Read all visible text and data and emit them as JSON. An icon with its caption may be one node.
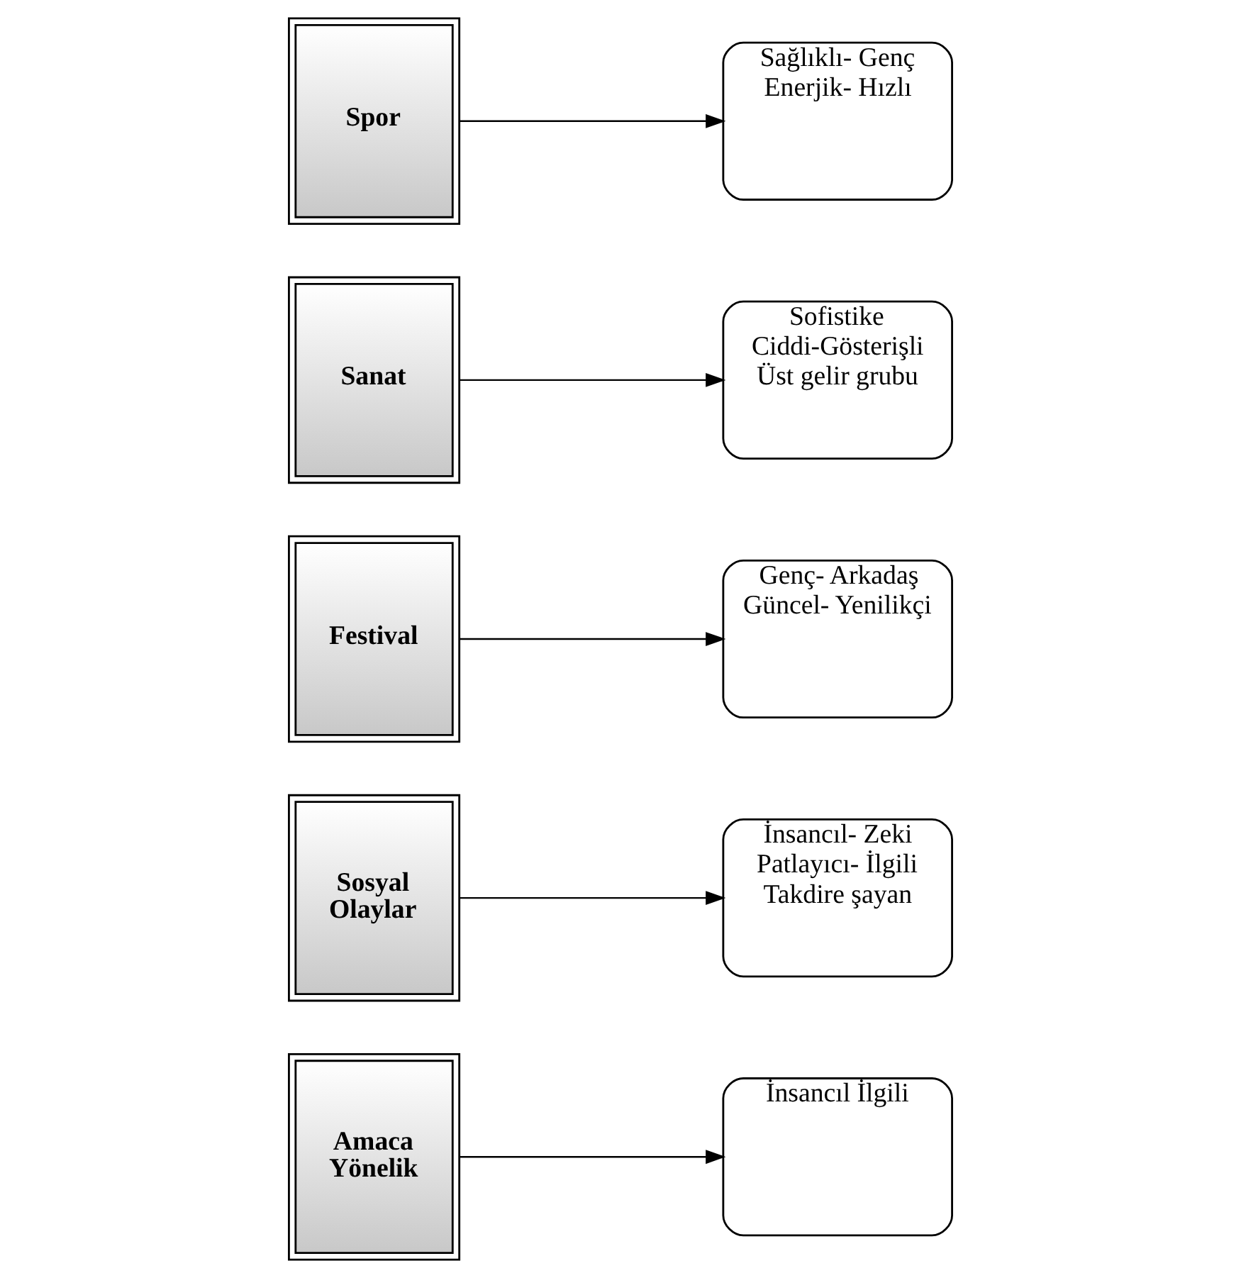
{
  "diagram": {
    "nodes": [
      {
        "text": [
          "Spor"
        ]
      },
      {
        "text": [
          "Sağlıklı- Genç Enerjik- Hızlı"
        ]
      },
      {
        "text": [
          "Sanat"
        ]
      },
      {
        "text": [
          "Sofistike Ciddi-Gösterişli Üst gelir grubu"
        ]
      },
      {
        "text": [
          "Festival"
        ]
      },
      {
        "text": [
          "Genç- Arkadaş Güncel- Yenilikçi"
        ]
      },
      {
        "text": [
          "Sosyal Olaylar"
        ]
      },
      {
        "text": [
          "İnsancıl- Zeki Patlayıcı- İlgili Takdire şayan"
        ]
      },
      {
        "text": [
          "Amaca Yönelik"
        ]
      },
      {
        "text": [
          "İnsancıl İlgili"
        ]
      }
    ],
    "edges": [
      {
        "from": 0,
        "to": 1,
        "arrow": "to"
      },
      {
        "from": 2,
        "to": 3,
        "arrow": "to"
      },
      {
        "from": 4,
        "to": 5,
        "arrow": "to"
      },
      {
        "from": 6,
        "to": 7,
        "arrow": "to"
      },
      {
        "from": 8,
        "to": 9,
        "arrow": "to"
      }
    ]
  }
}
